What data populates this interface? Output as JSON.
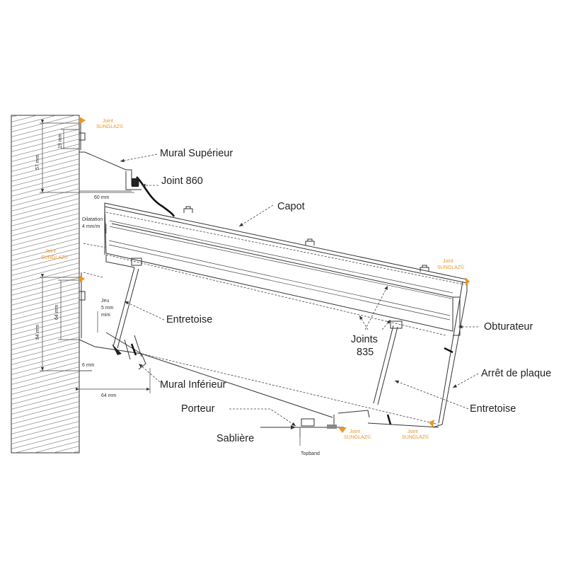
{
  "labels": {
    "mural_superieur": "Mural Supérieur",
    "joint_860": "Joint 860",
    "capot": "Capot",
    "entretoise_left": "Entretoise",
    "joints_835_line1": "Joints",
    "joints_835_line2": "835",
    "obturateur": "Obturateur",
    "arret_de_plaque": "Arrêt de plaque",
    "mural_inferieur": "Mural Inférieur",
    "porteur": "Porteur",
    "entretoise_right": "Entretoise",
    "sabliere": "Sablière"
  },
  "dimensions": {
    "d57": "57 mm",
    "d19": "19 mm",
    "d60": "60 mm",
    "dilatation_line1": "Dilatation",
    "dilatation_line2": "4 mm/m",
    "d84": "84 mm",
    "d64v": "64 mm",
    "jeu_line1": "Jeu",
    "jeu_line2": "5 mm",
    "jeu_line3": "mini",
    "d6": "6 mm",
    "d64h": "64 mm",
    "topband": "Topband"
  },
  "joint_sunglaz": {
    "line1": "Joint",
    "line2": "SUNGLAZ©"
  },
  "colors": {
    "accent_orange": "#e8962a",
    "line": "#333333",
    "wall_hatch": "#777777"
  }
}
